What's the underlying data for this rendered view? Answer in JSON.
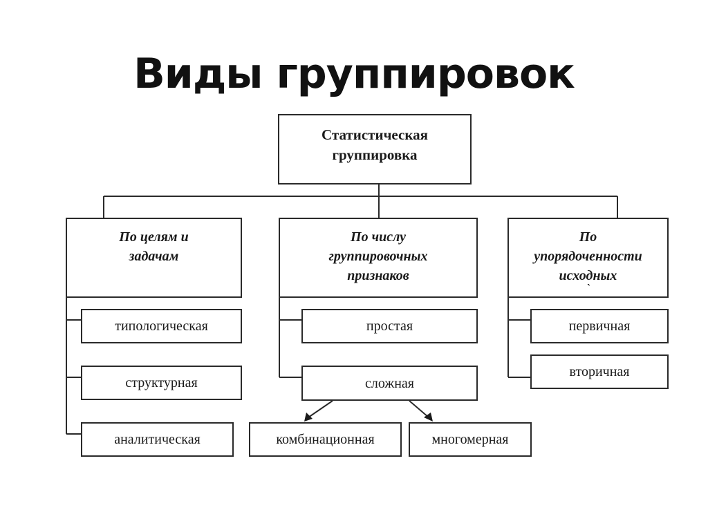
{
  "title": "Виды группировок",
  "root": {
    "line1": "Статистическая",
    "line2": "группировка"
  },
  "categories": [
    {
      "lines": [
        "По целям и",
        "задачам"
      ],
      "children": [
        "типологическая",
        "структурная",
        "аналитическая"
      ]
    },
    {
      "lines": [
        "По числу",
        "группировочных",
        "признаков"
      ],
      "children": [
        "простая",
        "сложная"
      ],
      "sub_children": [
        "комбинационная",
        "многомерная"
      ]
    },
    {
      "lines": [
        "По",
        "упорядоченности",
        "исходных"
      ],
      "stray_mark": "`",
      "children": [
        "первичная",
        "вторичная"
      ]
    }
  ],
  "colors": {
    "line": "#2a2a2a",
    "text": "#1a1a1a",
    "background": "#ffffff"
  }
}
